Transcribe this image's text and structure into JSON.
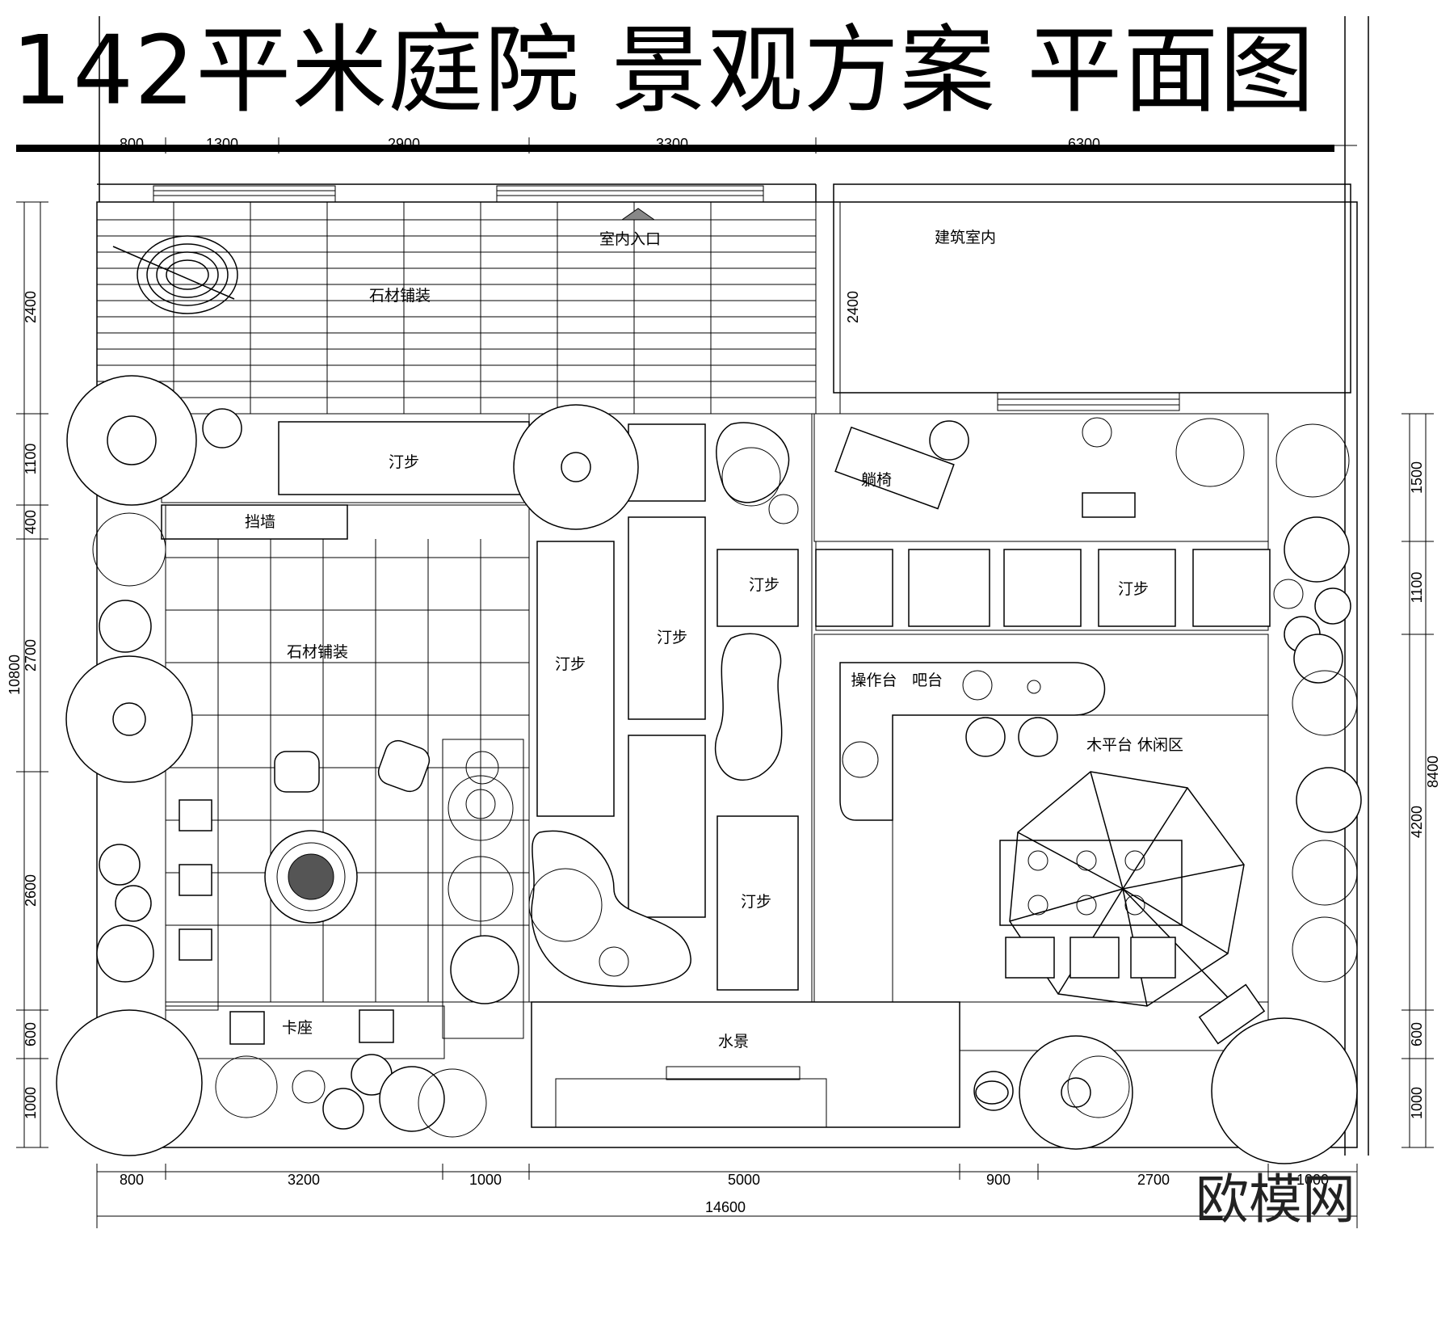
{
  "title": "142平米庭院 景观方案 平面图",
  "watermark": "欧模网",
  "labels": {
    "stone_paving_top": "石材铺装",
    "indoor_entrance": "室内入口",
    "building_interior": "建筑室内",
    "stepping_stone": "汀步",
    "retaining_wall": "挡墙",
    "stone_paving_mid": "石材铺装",
    "lounge_chair": "躺椅",
    "counter": "操作台",
    "bar": "吧台",
    "wood_deck": "木平台 休闲区",
    "booth_seat": "卡座",
    "water_feature": "水景"
  },
  "dimensions": {
    "top": [
      "800",
      "1300",
      "2900",
      "3300",
      "6300"
    ],
    "bottom": [
      "800",
      "3200",
      "1000",
      "5000",
      "900",
      "2700",
      "1000"
    ],
    "bottom_total": "14600",
    "left": [
      "2400",
      "1100",
      "400",
      "2700",
      "2600",
      "600",
      "1000"
    ],
    "left_total": "10800",
    "inner_left": "2400",
    "right": [
      "1500",
      "1100",
      "4200",
      "600",
      "1000"
    ],
    "right_total": "8400"
  }
}
